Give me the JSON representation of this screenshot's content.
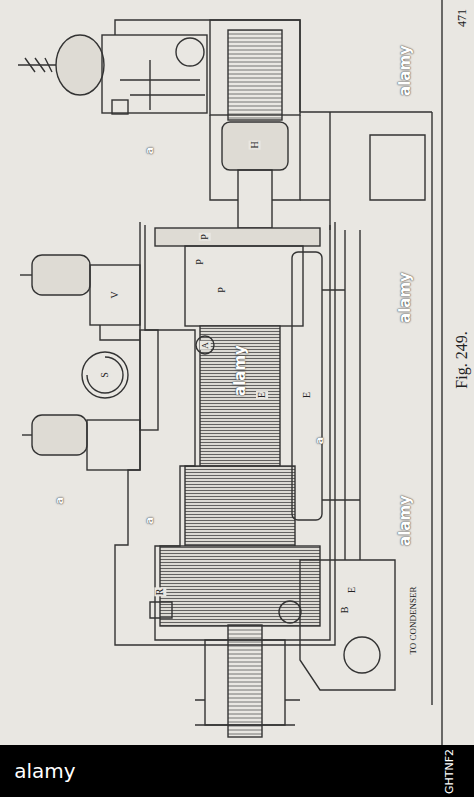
{
  "diagram": {
    "caption": "Fig. 249.",
    "labels": [
      "471",
      "P",
      "P",
      "P",
      "H",
      "E",
      "E",
      "E",
      "A",
      "V",
      "S",
      "B",
      "R",
      "TO CONDENSER",
      "alamy",
      "alamy",
      "alamy",
      "alamy",
      "a",
      "a",
      "a",
      "a",
      "alamy",
      "GHTNF2"
    ]
  }
}
